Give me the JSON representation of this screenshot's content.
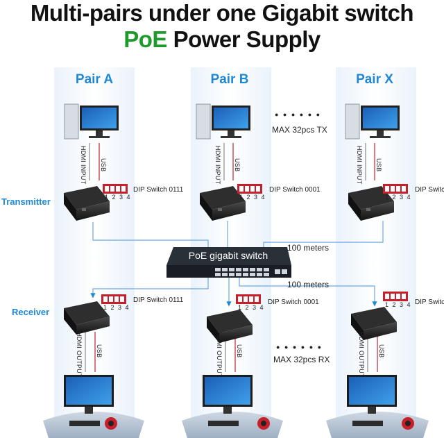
{
  "title": {
    "line1": "Multi-pairs under one Gigabit switch",
    "line2_prefix": "PoE",
    "line2_rest": " Power Supply"
  },
  "colors": {
    "accent_blue": "#1e88d6",
    "poe_green": "#1d9a2b",
    "dip_red": "#c8202a"
  },
  "pairs": [
    {
      "label": "Pair A"
    },
    {
      "label": "Pair B"
    },
    {
      "label": "Pair X"
    }
  ],
  "sides": {
    "transmitter": "Transmitter",
    "receiver": "Receiver"
  },
  "cables": {
    "hdmi_input": "HDMI INPUT",
    "hdmi_output": "HDMI OUTPUT",
    "usb": "USB"
  },
  "dip": {
    "numbers": "1 2 3 4",
    "tx": [
      "DIP Switch 0111",
      "DIP Switch 0001",
      "DIP Switc"
    ],
    "rx": [
      "DIP Switch 0111",
      "DIP Switch 0001",
      "DIP Switc"
    ]
  },
  "switch_label": "PoE gigabit switch",
  "distance_tx": "100 meters",
  "distance_rx": "100 meters",
  "max_tx": "MAX 32pcs TX",
  "max_rx": "MAX 32pcs RX",
  "ellipsis": "● ● ● ● ● ●"
}
